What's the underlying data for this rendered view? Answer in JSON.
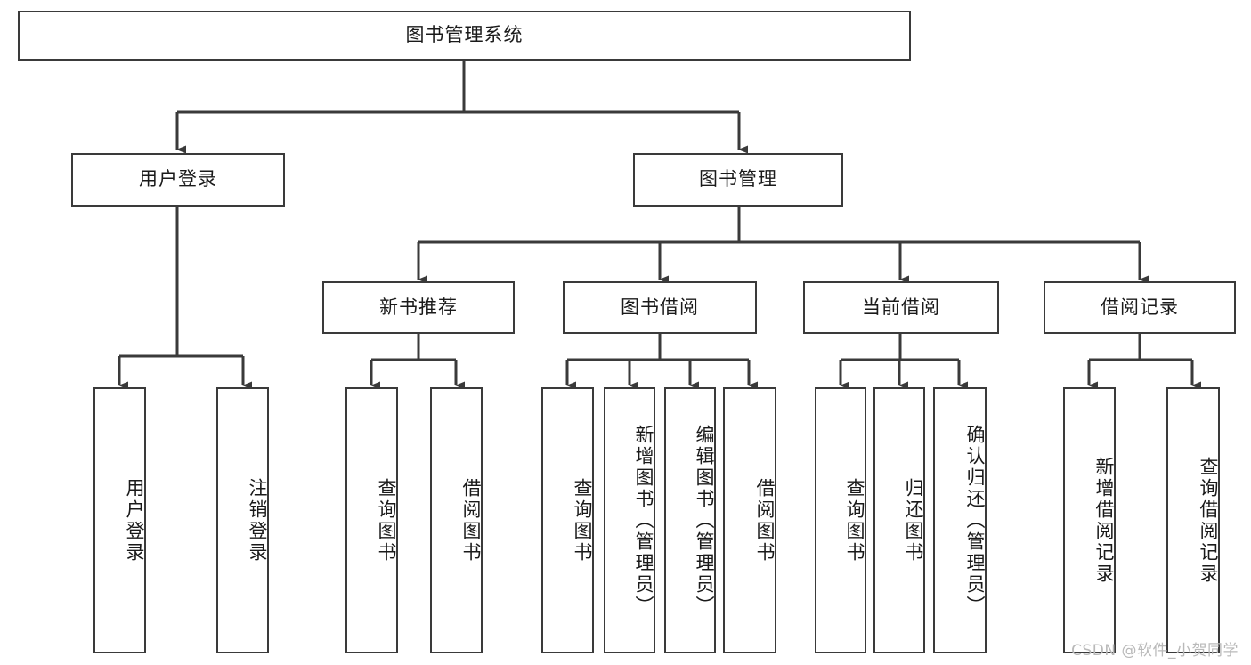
{
  "diagram": {
    "title": "图书管理系统",
    "type": "tree-hierarchy-diagram",
    "colors": {
      "stroke": "#3a3a3a",
      "fill": "#ffffff",
      "text": "#1a1a1a",
      "watermark": "#b9b9b9"
    },
    "root": {
      "label": "图书管理系统"
    },
    "level2": [
      {
        "label": "用户登录"
      },
      {
        "label": "图书管理"
      }
    ],
    "level3": [
      {
        "label": "新书推荐"
      },
      {
        "label": "图书借阅"
      },
      {
        "label": "当前借阅"
      },
      {
        "label": "借阅记录"
      }
    ],
    "leaves": {
      "user_login": [
        {
          "label": "用户登录"
        },
        {
          "label": "注销登录"
        }
      ],
      "new_book_recommend": [
        {
          "label": "查询图书"
        },
        {
          "label": "借阅图书"
        }
      ],
      "book_borrow": [
        {
          "label": "查询图书"
        },
        {
          "label": "新增图书（管理员）"
        },
        {
          "label": "编辑图书（管理员）"
        },
        {
          "label": "借阅图书"
        }
      ],
      "current_borrow": [
        {
          "label": "查询图书"
        },
        {
          "label": "归还图书"
        },
        {
          "label": "确认归还（管理员）"
        }
      ],
      "borrow_records": [
        {
          "label": "新增借阅记录"
        },
        {
          "label": "查询借阅记录"
        }
      ]
    }
  },
  "watermark": {
    "text": "CSDN @软件_小贺同学"
  }
}
